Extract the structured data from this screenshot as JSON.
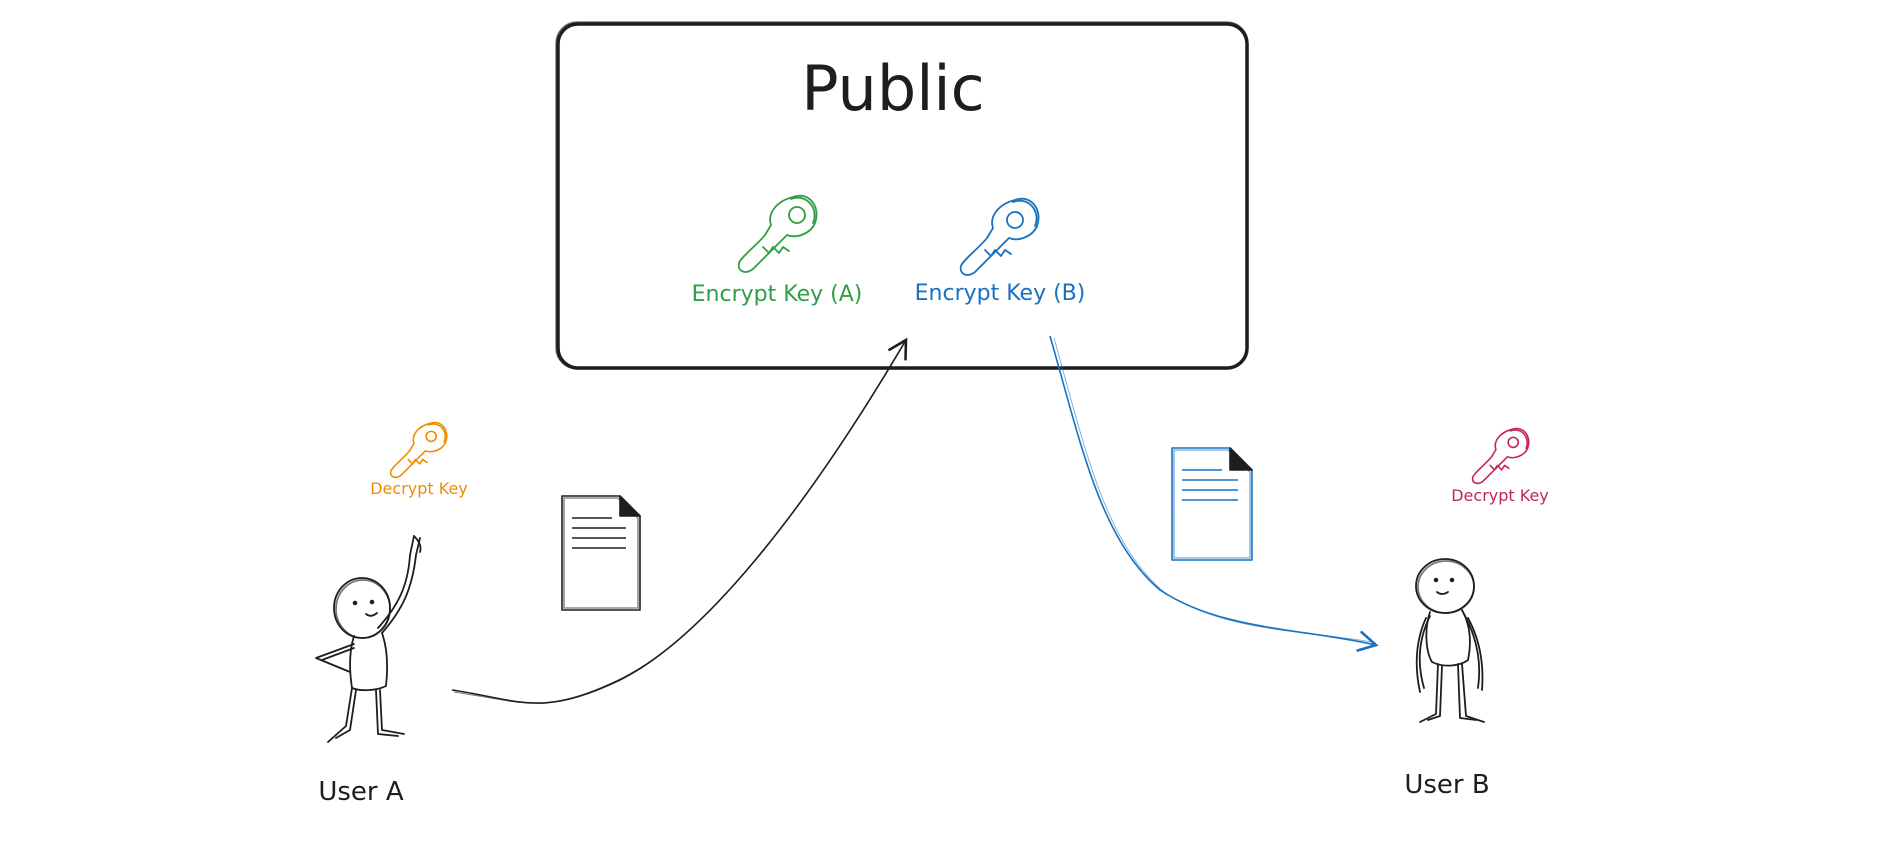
{
  "public_box": {
    "title": "Public",
    "key_a_label": "Encrypt Key (A)",
    "key_b_label": "Encrypt Key (B)"
  },
  "user_a": {
    "name": "User A",
    "key_label": "Decrypt Key"
  },
  "user_b": {
    "name": "User B",
    "key_label": "Decrypt Key"
  },
  "colors": {
    "ink": "#1e1e1e",
    "green": "#2f9e44",
    "blue": "#1971c2",
    "orange": "#f08c00",
    "pink": "#c2255c"
  },
  "icons": {
    "key": "key-icon",
    "document": "document-icon",
    "person": "stick-figure-icon"
  }
}
